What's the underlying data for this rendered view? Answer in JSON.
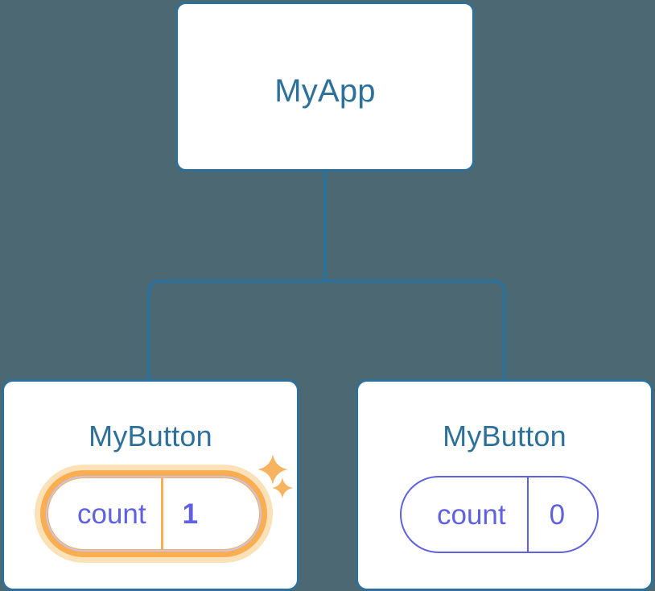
{
  "diagram": {
    "type": "component-tree",
    "background_color": "#4c6872",
    "connector_color": "#2d7099",
    "node_border_color": "#2d7099",
    "node_title_color": "#2d7099",
    "state_color": "#5f61e0",
    "highlight_color": "#f8ae51",
    "highlight_glow_color": "#fbdfb4"
  },
  "root": {
    "title": "MyApp"
  },
  "children": [
    {
      "title": "MyButton",
      "state": {
        "key": "count",
        "value": "1"
      },
      "highlighted": true,
      "sparkles": [
        {
          "name": "sparkle-large"
        },
        {
          "name": "sparkle-small"
        }
      ]
    },
    {
      "title": "MyButton",
      "state": {
        "key": "count",
        "value": "0"
      },
      "highlighted": false
    }
  ]
}
